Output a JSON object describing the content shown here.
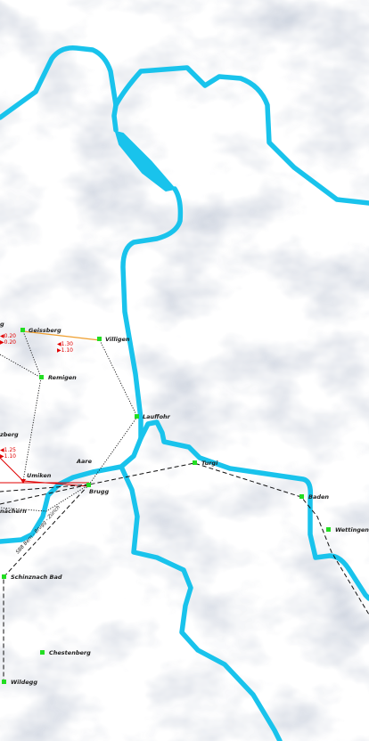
{
  "colors": {
    "river": "#19c3ec",
    "station": "#22dd22",
    "rail": "#111111",
    "fare": "#e00000",
    "orange_route": "#f0a030"
  },
  "river_label": "Aare",
  "rail_label": "SBB Bern - Brugg - Zürich",
  "places": [
    {
      "id": "geissberg",
      "name": "Geissberg"
    },
    {
      "id": "villigen",
      "name": "Villigen"
    },
    {
      "id": "remigen",
      "name": "Remigen"
    },
    {
      "id": "lauffohr",
      "name": "Lauffohr"
    },
    {
      "id": "umiken",
      "name": "Umiken"
    },
    {
      "id": "brugg",
      "name": "Brugg"
    },
    {
      "id": "turgi",
      "name": "Turgi"
    },
    {
      "id": "baden",
      "name": "Baden"
    },
    {
      "id": "wettingen",
      "name": "Wettingen"
    },
    {
      "id": "schinznach",
      "name": "Schinznach Bad"
    },
    {
      "id": "chestenberg",
      "name": "Chestenberg"
    },
    {
      "id": "wildegg",
      "name": "Wildegg"
    }
  ],
  "partial_labels": {
    "left_top": "g",
    "left_mid": "zberg",
    "left_bottom": "nächern"
  },
  "fares": {
    "geissberg_up": "◀0.20",
    "geissberg_down": "▶0.20",
    "villigen_up": "◀1.30",
    "villigen_down": "▶1.10",
    "zberg_up": "◀1.25",
    "zberg_down": "▶1.10"
  }
}
